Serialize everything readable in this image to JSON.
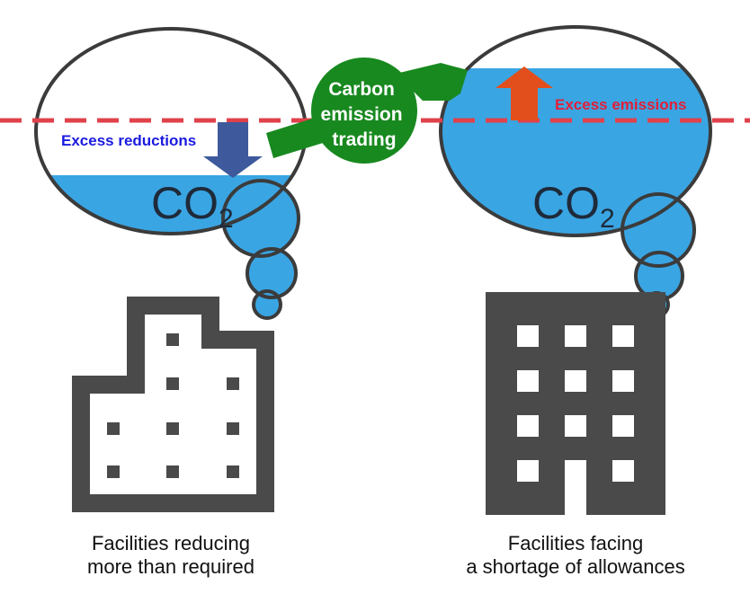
{
  "colors": {
    "water": "#3aa5e3",
    "outline": "#3b3b3b",
    "dashed_line": "#e0414b",
    "trading_bubble": "#18891f",
    "reduction_arrow": "#3e5a9c",
    "emission_arrow": "#e24f1c",
    "reduction_text": "#1a1ae0",
    "emission_text": "#e0203a",
    "building": "#4a4a4a"
  },
  "trading": {
    "line1": "Carbon",
    "line2": "emission",
    "line3": "trading"
  },
  "left": {
    "label": "Excess reductions",
    "co2_main": "CO",
    "co2_sub": "2",
    "caption_line1": "Facilities reducing",
    "caption_line2": "more than required"
  },
  "right": {
    "label": "Excess emissions",
    "co2_main": "CO",
    "co2_sub": "2",
    "caption_line1": "Facilities facing",
    "caption_line2": "a shortage of allowances"
  }
}
